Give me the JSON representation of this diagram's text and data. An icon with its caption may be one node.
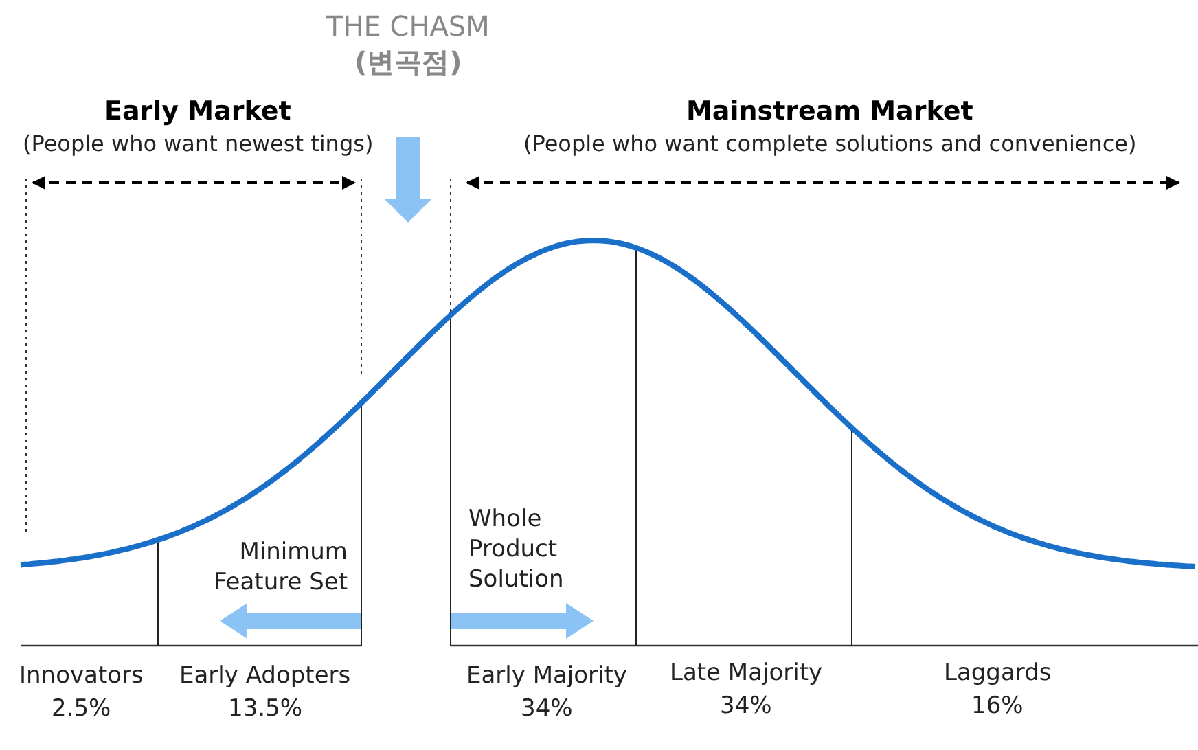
{
  "diagram": {
    "labels": [
      "THE CHASM",
      "(변곡점)",
      "Early Market",
      "(People who want newest tings)",
      "Mainstream Market",
      "(People who want complete solutions and convenience)",
      "Minimum Feature Set",
      "Whole Product Solution",
      "Innovators",
      "2.5%",
      "Early Adopters",
      "13.5%",
      "Early Majority",
      "34%",
      "Late Majority",
      "34%",
      "Laggards",
      "16%"
    ]
  }
}
